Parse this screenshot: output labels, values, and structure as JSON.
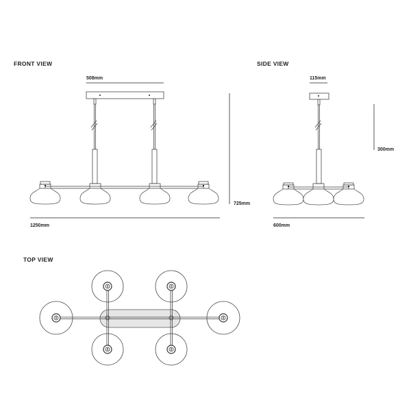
{
  "views": {
    "front": {
      "title": "FRONT VIEW",
      "canopy_width": "508mm",
      "overall_width": "1250mm",
      "overall_height": "725mm"
    },
    "side": {
      "title": "SIDE VIEW",
      "canopy_width": "115mm",
      "overall_width": "600mm",
      "rod_length": "300mm"
    },
    "top": {
      "title": "TOP VIEW"
    }
  },
  "colors": {
    "line": "#444444",
    "canopy_fill": "#e6e6e6"
  }
}
